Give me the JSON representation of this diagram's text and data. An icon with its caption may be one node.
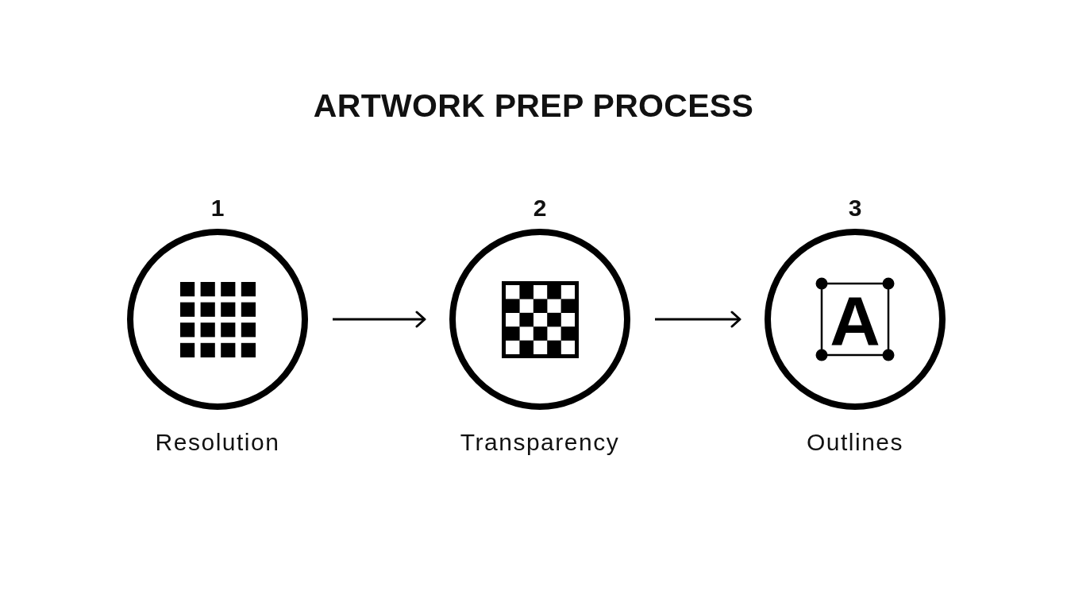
{
  "diagram": {
    "title": "ARTWORK PREP PROCESS",
    "nodes": [
      {
        "text": [
          "1",
          "Resolution"
        ]
      },
      {
        "text": [
          "2",
          "Transparency"
        ]
      },
      {
        "text": [
          "3",
          "A",
          "Outlines"
        ]
      }
    ],
    "edges": [
      {
        "from": 0,
        "to": 1,
        "arrow": "to"
      },
      {
        "from": 1,
        "to": 2,
        "arrow": "to"
      }
    ]
  }
}
